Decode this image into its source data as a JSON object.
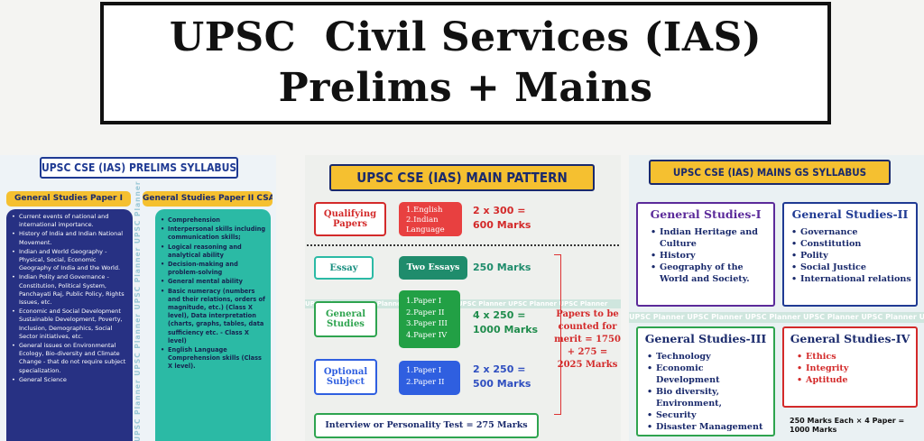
{
  "header": {
    "line1": "UPSC  Civil Services (IAS)",
    "line2": "Prelims + Mains"
  },
  "prelims": {
    "title": "UPSC CSE (IAS) PRELIMS SYLLABUS",
    "paper1": {
      "title": "General Studies Paper I",
      "items": [
        "Current events of national and international importance.",
        "History of India and Indian National Movement.",
        "Indian and World Geography - Physical, Social, Economic Geography of India and the World.",
        "Indian Polity and Governance - Constitution, Political System, Panchayati Raj, Public Policy, Rights Issues, etc.",
        "Economic and Social Development Sustainable Development, Poverty, Inclusion, Demographics, Social Sector initiatives, etc.",
        "General issues on Environmental Ecology, Bio-diversity and Climate Change - that do not require subject specialization.",
        "General Science"
      ]
    },
    "paper2": {
      "title": "General Studies Paper II CSAT",
      "items": [
        "Comprehension",
        "Interpersonal skills including communication skills;",
        "Logical reasoning and analytical ability",
        "Decision-making and problem-solving",
        "General mental ability",
        "Basic numeracy (numbers and their relations, orders of magnitude, etc.) (Class X level), Data interpretation (charts, graphs, tables, data sufficiency etc. - Class X level)",
        "English Language Comprehension skills (Class X level)."
      ]
    },
    "watermark": "UPSC Planner UPSC Planner UPSC Planner UPSC Planner UPSC Planner"
  },
  "mains_pattern": {
    "title": "UPSC CSE (IAS) MAIN PATTERN",
    "qualifying": {
      "label": "Qualifying Papers",
      "papers": [
        "1.English",
        "2.Indian Language"
      ],
      "marks_line1": "2 x 300 =",
      "marks_line2": "600 Marks"
    },
    "essay": {
      "label": "Essay",
      "papers": "Two Essays",
      "marks": "250 Marks"
    },
    "general_studies": {
      "label": "General Studies",
      "papers": [
        "1.Paper I",
        "2.Paper II",
        "3.Paper III",
        "4.Paper IV"
      ],
      "marks_line1": "4 x 250 =",
      "marks_line2": "1000 Marks"
    },
    "optional": {
      "label": "Optional Subject",
      "papers": [
        "1.Paper I",
        "2.Paper II"
      ],
      "marks_line1": "2 x 250 =",
      "marks_line2": "500 Marks"
    },
    "merit_note": "Papers to be counted for merit = 1750 + 275 = 2025 Marks",
    "interview": "Interview or Personality Test = 275 Marks",
    "strip_text": "UPSC Planner UPSC Planner UPSC Planner UPSC Planner UPSC Planner UPSC Planner"
  },
  "mains_gs": {
    "title": "UPSC CSE (IAS) MAINS GS SYLLABUS",
    "gs1": {
      "title": "General Studies-I",
      "items": [
        "Indian Heritage and Culture",
        "History",
        "Geography of the World and Society."
      ]
    },
    "gs2": {
      "title": "General Studies-II",
      "items": [
        "Governance",
        "Constitution",
        "Polity",
        "Social Justice",
        "International relations"
      ]
    },
    "gs3": {
      "title": "General Studies-III",
      "items": [
        "Technology",
        "Economic Development",
        "Bio diversity, Environment,",
        "Security",
        "Disaster Management"
      ]
    },
    "gs4": {
      "title": "General Studies-IV",
      "items": [
        "Ethics",
        "Integrity",
        "Aptitude"
      ]
    },
    "footer": "250 Marks Each × 4 Paper = 1000 Marks",
    "strip_text": "UPSC Planner UPSC Planner UPSC Planner UPSC Planner UPSC Planner UPSC Planner UPSC Planner"
  },
  "colors": {
    "navy": "#1a2a6c",
    "yellow": "#f5c030",
    "teal": "#2bbaa5",
    "red": "#d32a2a",
    "green": "#2ea44f",
    "blue": "#2f5fe0",
    "purple": "#5b2a9a"
  }
}
